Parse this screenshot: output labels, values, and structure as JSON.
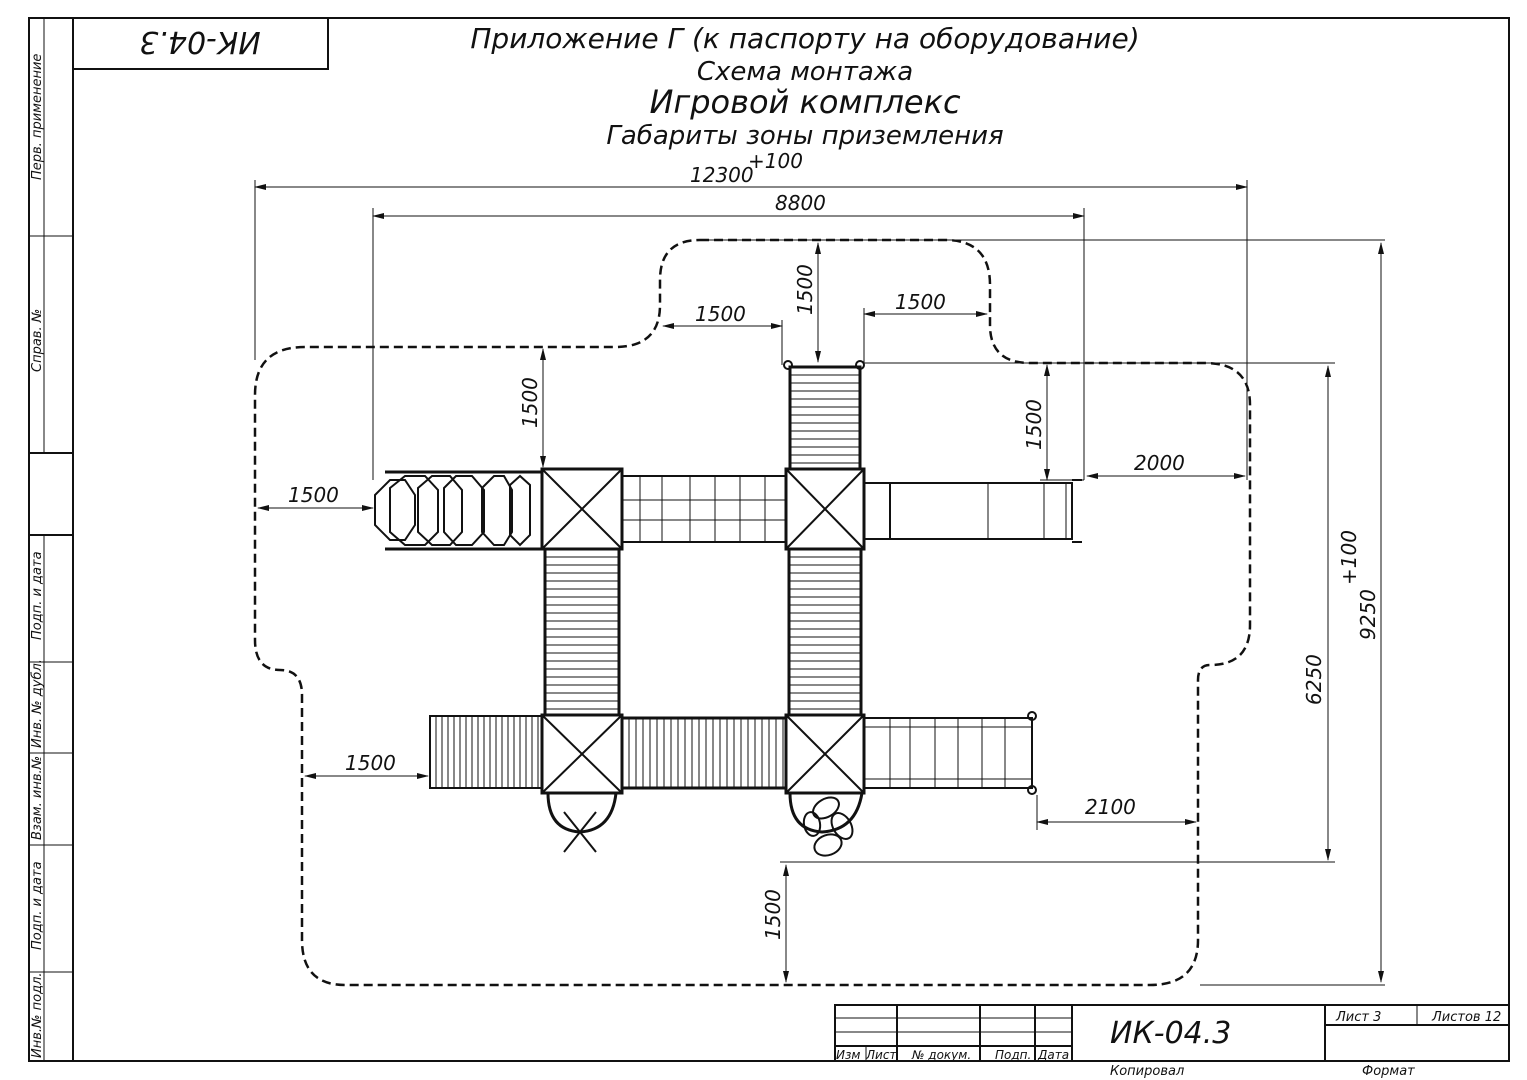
{
  "stamp_top": "ИК-04.3",
  "title": {
    "line1": "Приложение Г (к паспорту на оборудование)",
    "line2": "Схема монтажа",
    "line3": "Игровой комплекс",
    "line4": "Габариты зоны приземления"
  },
  "dimensions": {
    "overall_width": "12300",
    "overall_width_tol": "+100",
    "width_8800": "8800",
    "top_left_gap": "1500",
    "top_vertical": "1500",
    "top_right_gap": "1500",
    "left_upper_vertical": "1500",
    "right_upper_vertical": "1500",
    "right_2000": "2000",
    "left_1500": "1500",
    "left_lower_1500": "1500",
    "right_2100": "2100",
    "bottom_vertical": "1500",
    "height_6250": "6250",
    "overall_height": "9250",
    "overall_height_tol": "+100"
  },
  "side_labels": [
    "Перв. применение",
    "Справ. №",
    "Подп. и дата",
    "Инв. № дубл.",
    "Взам. инв.№",
    "Подп. и дата",
    "Инв.№ подл."
  ],
  "title_block": {
    "headers": [
      "Изм",
      "Лист",
      "№ докум.",
      "Подп.",
      "Дата"
    ],
    "designation": "ИК-04.3",
    "sheet": "Лист 3",
    "sheets": "Листов 12",
    "copied": "Копировал",
    "format": "Формат"
  }
}
